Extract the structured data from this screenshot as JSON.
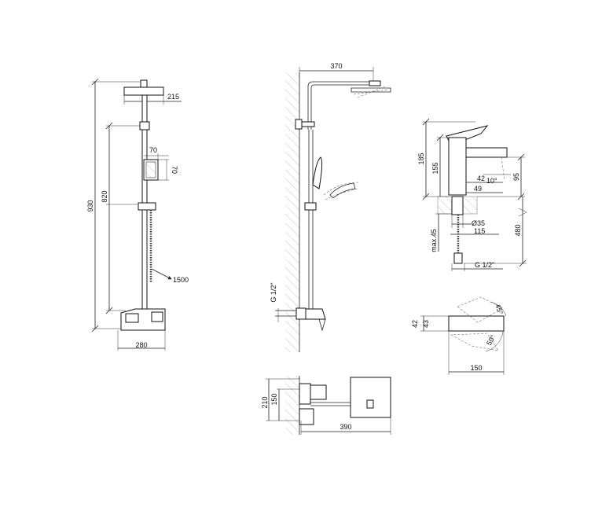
{
  "views": {
    "front": {
      "dim_height_total": "930",
      "dim_height_bar": "820",
      "dim_head_width": "215",
      "dim_hand_width": "70",
      "dim_hand_height": "70",
      "dim_hose": "1500",
      "dim_base_width": "280"
    },
    "side": {
      "dim_arm": "370",
      "thread": "G 1/2\""
    },
    "basin": {
      "dim_185": "185",
      "dim_155": "155",
      "dim_42": "42",
      "angle_10": "10°",
      "dim_95": "95",
      "dim_49": "49",
      "dim_35": "Ø35",
      "dim_max45": "max.45",
      "dim_115": "115",
      "dim_480": "480",
      "thread": "G 1/2\""
    },
    "basin_top": {
      "angle_45": "45°",
      "angle_50": "50°",
      "dim_42": "42",
      "dim_43": "43",
      "dim_150": "150"
    },
    "mixer_top": {
      "dim_210": "210",
      "dim_150": "150",
      "dim_390": "390"
    }
  }
}
